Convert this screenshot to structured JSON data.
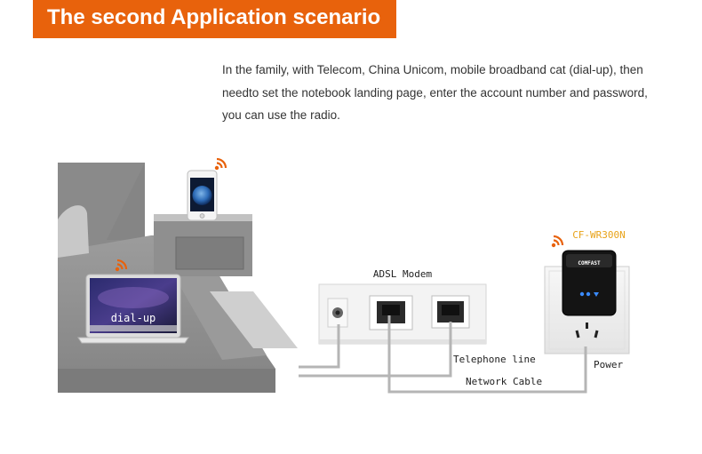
{
  "banner": {
    "title": "The second Application scenario"
  },
  "description": {
    "lines": [
      "In the family, with Telecom, China Unicom, mobile broadband cat (dial-up), then",
      "needto set the notebook landing page, enter the account number and password,",
      "you can use the radio."
    ]
  },
  "diagram": {
    "laptop_label": "dial-up",
    "modem_label": "ADSL Modem",
    "router_label": "CF-WR300N",
    "router_brand": "COMFAST",
    "telephone_line_label": "Telephone line",
    "network_cable_label": "Network Cable",
    "power_label": "Power",
    "colors": {
      "accent": "#e8620c",
      "cable": "#b8b8b8",
      "router_label": "#e8a31a"
    }
  }
}
